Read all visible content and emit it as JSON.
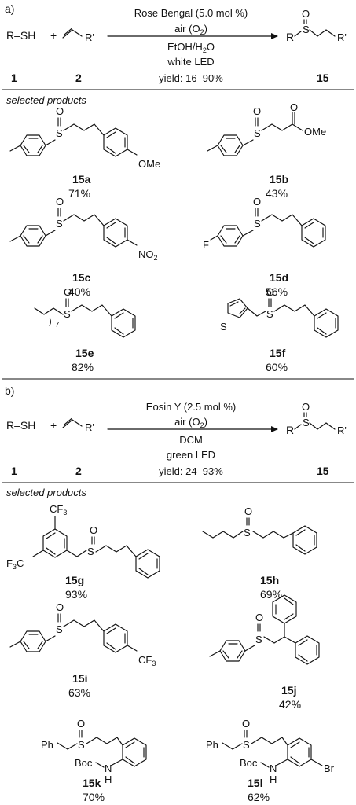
{
  "panel_a": {
    "label": "a)",
    "reagent": "R–SH",
    "plus": "+",
    "alkene_sub": "R'",
    "conditions": [
      "Rose Bengal (5.0 mol %)",
      "air (O2)",
      "EtOH/H2O",
      "white LED",
      "yield: 16–90%"
    ],
    "product_r": "R",
    "product_rp": "R'",
    "sulfur": "S",
    "oxygen": "O",
    "num_thiol": "1",
    "num_alkene": "2",
    "num_product": "15",
    "selected_heading": "selected products",
    "products": [
      {
        "id": "15a",
        "yield": "71%",
        "subst": "OMe"
      },
      {
        "id": "15b",
        "yield": "43%",
        "subst": "OMe"
      },
      {
        "id": "15c",
        "yield": "40%",
        "subst": "NO2"
      },
      {
        "id": "15d",
        "yield": "56%",
        "subst": "F"
      },
      {
        "id": "15e",
        "yield": "82%",
        "subst": "7"
      },
      {
        "id": "15f",
        "yield": "60%",
        "subst": "S"
      }
    ]
  },
  "panel_b": {
    "label": "b)",
    "reagent": "R–SH",
    "plus": "+",
    "alkene_sub": "R'",
    "conditions": [
      "Eosin Y (2.5 mol %)",
      "air (O2)",
      "DCM",
      "green LED",
      "yield: 24–93%"
    ],
    "product_r": "R",
    "product_rp": "R'",
    "sulfur": "S",
    "oxygen": "O",
    "num_thiol": "1",
    "num_alkene": "2",
    "num_product": "15",
    "selected_heading": "selected products",
    "products": [
      {
        "id": "15g",
        "yield": "93%",
        "subst": "CF3"
      },
      {
        "id": "15h",
        "yield": "69%",
        "subst": ""
      },
      {
        "id": "15i",
        "yield": "63%",
        "subst": "CF3"
      },
      {
        "id": "15j",
        "yield": "42%",
        "subst": ""
      },
      {
        "id": "15k",
        "yield": "70%",
        "subst": "Ph",
        "boc": "Boc",
        "nh": "N",
        "h": "H"
      },
      {
        "id": "15l",
        "yield": "62%",
        "subst": "Ph",
        "boc": "Boc",
        "nh": "N",
        "h": "H",
        "br": "Br"
      }
    ]
  }
}
